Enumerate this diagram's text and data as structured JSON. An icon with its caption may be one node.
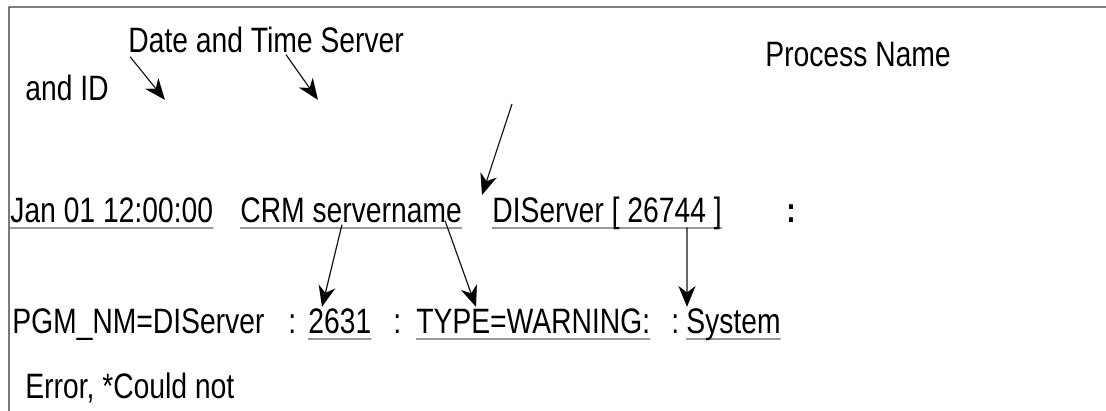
{
  "diagram": {
    "nodes": [
      {
        "text": [
          "Date and Time Server"
        ]
      },
      {
        "text": [
          "Process Name"
        ]
      },
      {
        "text": [
          "CRM servername"
        ]
      },
      {
        "text": [
          "DIServer  [ 26744 ]"
        ]
      },
      {
        "text": [
          "2631"
        ]
      },
      {
        "text": [
          "TYPE=WARNING:"
        ]
      },
      {
        "text": [
          "System"
        ]
      }
    ],
    "edges": [
      {
        "from": 0,
        "to": null,
        "arrow": "to"
      },
      {
        "from": 0,
        "to": null,
        "arrow": "to"
      },
      {
        "from": null,
        "to": 3,
        "arrow": "to"
      },
      {
        "from": 2,
        "to": 4,
        "arrow": "to"
      },
      {
        "from": 2,
        "to": 5,
        "arrow": "to"
      },
      {
        "from": 3,
        "to": 6,
        "arrow": "to"
      }
    ],
    "labels": [
      "and ID",
      "Jan 01 12:00:00",
      ":",
      "PGM_NM=DIServer",
      ":",
      ":",
      ":",
      "Error, *Could not"
    ]
  }
}
